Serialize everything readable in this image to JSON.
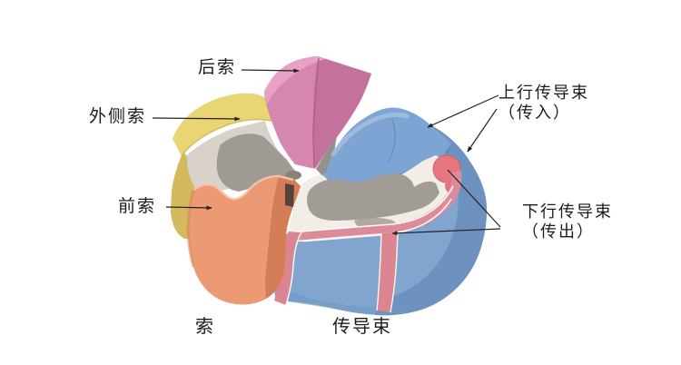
{
  "figure": {
    "description": "Spinal cord cross-section diagram showing funiculi (left half, colored blocks) and conduction tracts (right half, blue)",
    "labels": {
      "posterior_funiculus": "后索",
      "lateral_funiculus": "外侧索",
      "anterior_funiculus": "前索",
      "ascending_tract_name": "上行传导束",
      "ascending_tract_note": "（传入）",
      "descending_tract_name": "下行传导束",
      "descending_tract_note": "（传出）",
      "funiculus_group": "索",
      "tract_group": "传导束"
    },
    "colors": {
      "background": "#ffffff",
      "posterior_funiculus_pink": "#d687af",
      "lateral_funiculus_yellow": "#e8d573",
      "anterior_funiculus_orange": "#eb9a74",
      "tract_blue": "#81a5cf",
      "ascending_highlight_red": "#e5767d",
      "descending_stripe_rose": "#db8592",
      "gray_matter": "#a29c97",
      "white_matter": "#f2eee7",
      "leader_line": "#222222",
      "text": "#1c1c1c"
    }
  }
}
